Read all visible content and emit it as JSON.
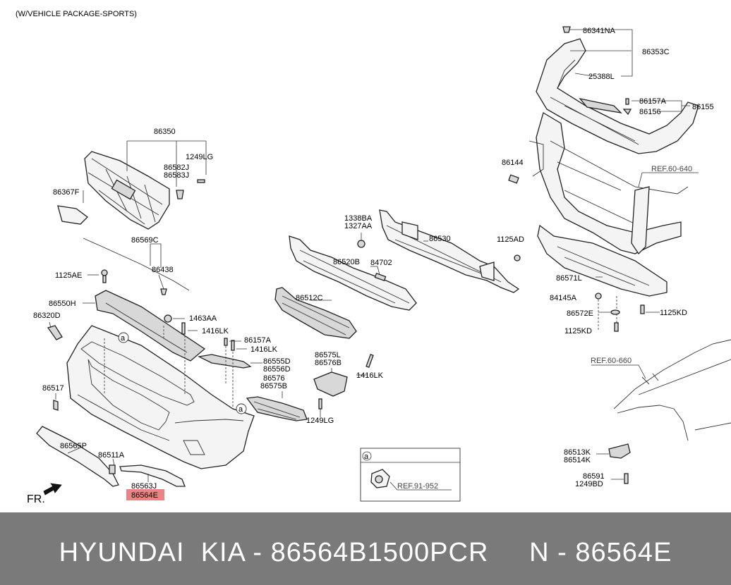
{
  "header_note": "(W/VEHICLE PACKAGE-SPORTS)",
  "direction_label": "FR.",
  "highlight_color": "#e88686",
  "labels": {
    "p86341NA": "86341NA",
    "p86353C": "86353C",
    "p25388L": "25388L",
    "p86157A_top": "86157A",
    "p86155": "86155",
    "p86156": "86156",
    "ref60640": "REF.60-640",
    "p86144": "86144",
    "p1125AD": "1125AD",
    "p86571L": "86571L",
    "p84145A": "84145A",
    "p86572E": "86572E",
    "p1125KD_a": "1125KD",
    "p1125KD_b": "1125KD",
    "p86350": "86350",
    "p1249LG_top": "1249LG",
    "p86582J": "86582J",
    "p86583J": "86583J",
    "p86367F": "86367F",
    "p86569C": "86569C",
    "p86438": "86438",
    "p1125AE": "1125AE",
    "p86550H": "86550H",
    "p86320D": "86320D",
    "p1463AA": "1463AA",
    "p1416LK_a": "1416LK",
    "p86157A_mid": "86157A",
    "p1416LK_b": "1416LK",
    "p86555D": "86555D",
    "p86556D": "86556D",
    "p86576": "86576",
    "p86575B": "86575B",
    "p86575L": "86575L",
    "p86576B": "86576B",
    "p1416LK_c": "1416LK",
    "p1249LG_low": "1249LG",
    "p86517": "86517",
    "p86565P": "86565P",
    "p86511A": "86511A",
    "p86563J": "86563J",
    "p86564E": "86564E",
    "p1338BA": "1338BA",
    "p1327AA": "1327AA",
    "p86530": "86530",
    "p86520B": "86520B",
    "p84702": "84702",
    "p86512C": "86512C",
    "ref60660": "REF.60-660",
    "p86513K": "86513K",
    "p86514K": "86514K",
    "p86591": "86591",
    "p1249BD": "1249BD",
    "ref91952": "REF.91-952",
    "callout_a": "a"
  },
  "footer": {
    "text": "HYUNDAI  KIA - 86564B1500PCR     N - 86564E"
  }
}
